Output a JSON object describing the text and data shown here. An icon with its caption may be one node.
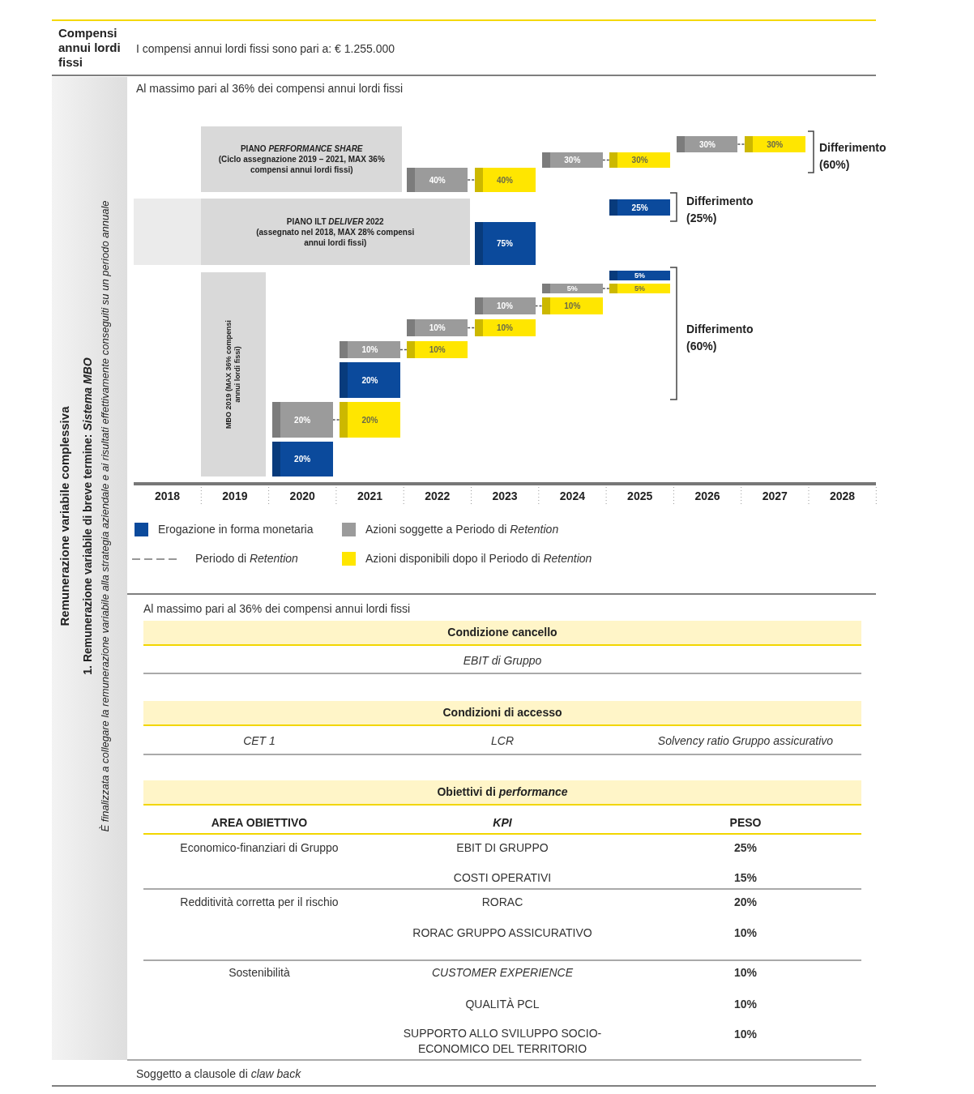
{
  "diagram": {
    "nodes": [
      {
        "text": [
          "Remunerazione variabile complessiva",
          "1. Remunerazione variabile di breve termine: *Sistema MBO*",
          "È finalizzata a collegare la remunerazione variabile alla strategia aziendale e ai risultati effettivamente conseguiti su un periodo annuale"
        ]
      },
      {
        "text": [
          "PIANO *PERFORMANCE SHARE*",
          "(Ciclo assegnazione 2019 – 2021, MAX 36% compensi annui lordi fissi)"
        ]
      },
      {
        "text": [
          "40%"
        ]
      },
      {
        "text": [
          "40%"
        ]
      },
      {
        "text": [
          "30%"
        ]
      },
      {
        "text": [
          "30%"
        ]
      },
      {
        "text": [
          "30%"
        ]
      },
      {
        "text": [
          "30%"
        ]
      },
      {
        "text": [
          "PIANO ILT *DELIVER* 2022",
          "(assegnato nel 2018, MAX 28% compensi annui lordi fissi)"
        ]
      },
      {
        "text": [
          "75%"
        ]
      },
      {
        "text": [
          "25%"
        ]
      },
      {
        "text": [
          "MBO 2019 (MAX 36% compensi annui lordi fissi)"
        ]
      },
      {
        "text": [
          "20%"
        ]
      },
      {
        "text": [
          "20%"
        ]
      },
      {
        "text": [
          "20%"
        ]
      },
      {
        "text": [
          "20%"
        ]
      },
      {
        "text": [
          "10%"
        ]
      },
      {
        "text": [
          "10%"
        ]
      },
      {
        "text": [
          "10%"
        ]
      },
      {
        "text": [
          "10%"
        ]
      },
      {
        "text": [
          "10%"
        ]
      },
      {
        "text": [
          "10%"
        ]
      },
      {
        "text": [
          "5%"
        ]
      },
      {
        "text": [
          "5%"
        ]
      },
      {
        "text": [
          "5%"
        ]
      },
      {
        "text": [
          "Condizione cancello"
        ]
      },
      {
        "text": [
          "Condizioni di accesso"
        ]
      },
      {
        "text": [
          "Obiettivi di *performance*"
        ]
      }
    ],
    "edges": [
      {
        "from": 2,
        "to": 3,
        "arrow": "none",
        "style": "dashed"
      },
      {
        "from": 4,
        "to": 5,
        "arrow": "none",
        "style": "dashed"
      },
      {
        "from": 6,
        "to": 7,
        "arrow": "none",
        "style": "dashed"
      },
      {
        "from": 13,
        "to": 14,
        "arrow": "none",
        "style": "dashed"
      },
      {
        "from": 16,
        "to": 17,
        "arrow": "none",
        "style": "dashed"
      },
      {
        "from": 18,
        "to": 19,
        "arrow": "none",
        "style": "dashed"
      },
      {
        "from": 20,
        "to": 21,
        "arrow": "none",
        "style": "dashed"
      },
      {
        "from": 22,
        "to": 23,
        "arrow": "none",
        "style": "dashed"
      }
    ],
    "labels": [
      "Compensi annui lordi fissi",
      "I compensi annui lordi fissi sono pari a: € 1.255.000",
      "Al massimo pari al 36% dei compensi annui lordi fissi",
      "Differimento (60%)",
      "Differimento (25%)",
      "Differimento (60%)",
      "2018",
      "2019",
      "2020",
      "2021",
      "2022",
      "2023",
      "2024",
      "2025",
      "2026",
      "2027",
      "2028",
      "Al massimo pari al 36% dei compensi annui lordi fissi",
      "EBIT di Gruppo",
      "CET 1",
      "LCR",
      "Solvency ratio Gruppo assicurativo",
      "AREA OBIETTIVO",
      "KPI",
      "PESO",
      "Economico-finanziari di Gruppo",
      "EBIT DI GRUPPO",
      "25%",
      "COSTI OPERATIVI",
      "15%",
      "Redditività corretta per il rischio",
      "RORAC",
      "20%",
      "RORAC GRUPPO ASSICURATIVO",
      "10%",
      "Sostenibilità",
      "CUSTOMER EXPERIENCE",
      "10%",
      "QUALITÀ PCL",
      "10%",
      "SUPPORTO ALLO SVILUPPO SOCIO-ECONOMICO DEL TERRITORIO",
      "10%",
      "Soggetto a clausole di *claw back*"
    ],
    "legend": [
      {
        "text": "Erogazione in forma monetaria",
        "color": "#0b4a9c"
      },
      {
        "text": "Azioni soggette a Periodo di *Retention*",
        "color": "#9b9b9b"
      },
      {
        "text": "Periodo di *Retention*"
      },
      {
        "text": "Azioni disponibili dopo il Periodo di *Retention*",
        "color": "#ffe600"
      }
    ]
  }
}
